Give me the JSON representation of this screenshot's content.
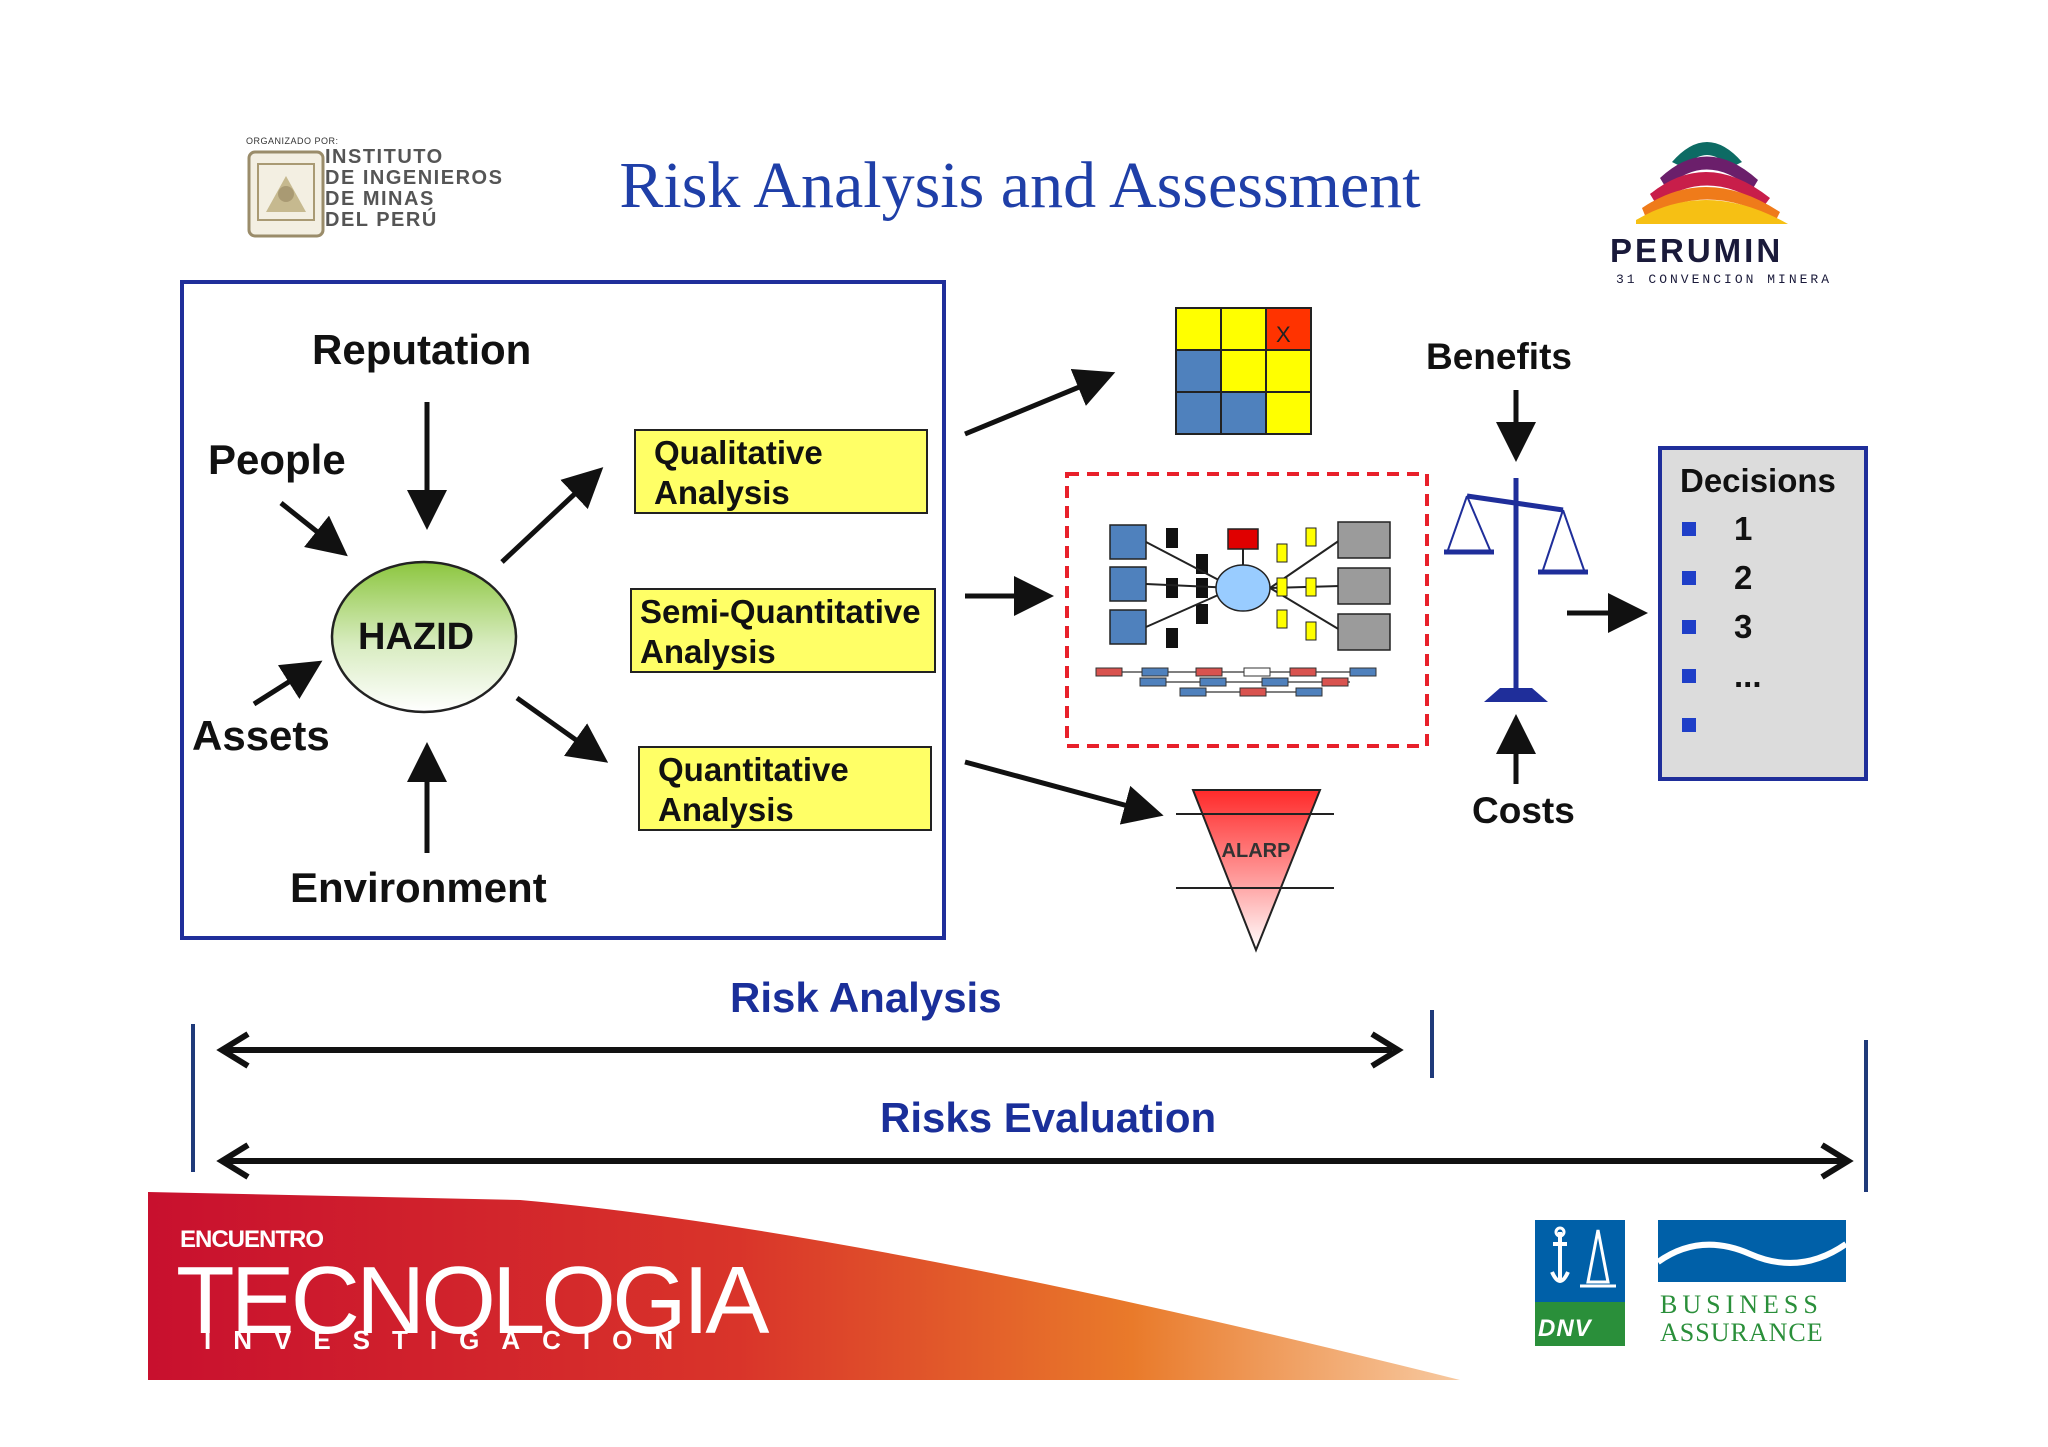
{
  "header": {
    "title": "Risk Analysis and Assessment",
    "organizer": {
      "label": "ORGANIZADO POR:",
      "lines": [
        "INSTITUTO",
        "DE INGENIEROS",
        "DE MINAS",
        "DEL PERÚ"
      ]
    },
    "event_logo": {
      "name": "PERUMIN",
      "subtitle": "31 CONVENCION MINERA"
    }
  },
  "hazid": {
    "center": "HAZID",
    "inputs": [
      "Reputation",
      "People",
      "Assets",
      "Environment"
    ]
  },
  "analysis_types": [
    "Qualitative Analysis",
    "Semi-Quantitative Analysis",
    "Quantitative Analysis"
  ],
  "risk_matrix": {
    "marker": "X"
  },
  "alarp": {
    "label": "ALARP"
  },
  "balance": {
    "top": "Benefits",
    "bottom": "Costs"
  },
  "decisions": {
    "title": "Decisions",
    "items": [
      "1",
      "2",
      "3",
      "...",
      ""
    ]
  },
  "spans": {
    "analysis": "Risk Analysis",
    "evaluation": "Risks Evaluation"
  },
  "footer": {
    "banner_top": "ENCUENTRO",
    "banner_main": "TECNOLOGIA",
    "banner_bottom": "INVESTIGACION",
    "dnv": "DNV",
    "business_line1": "BUSINESS",
    "business_line2": "ASSURANCE"
  },
  "colors": {
    "title": "#1f3fa8",
    "frame": "#1f2e9a",
    "highlight": "#ffff66",
    "matrix_blue": "#4f81bd",
    "matrix_yellow": "#ffff00",
    "matrix_red": "#ff3300",
    "dashed_box": "#e8202a",
    "banner_red": "#c8102e",
    "dnv_blue": "#0060a8",
    "dnv_green": "#2a8f3a"
  }
}
